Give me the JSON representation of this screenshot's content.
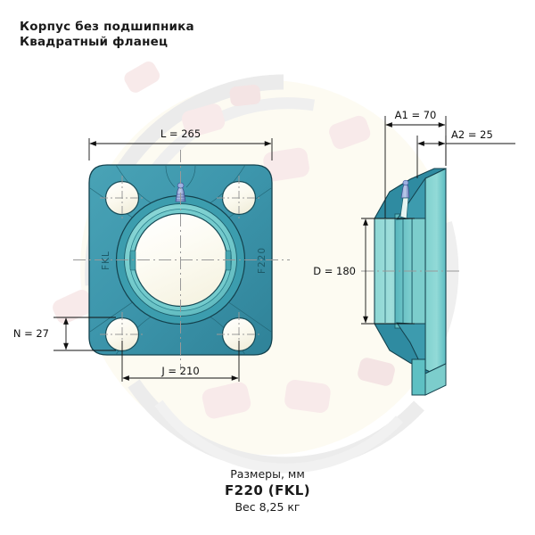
{
  "header": {
    "line1": "Корпус без подшипника",
    "line2": "Квадратный фланец"
  },
  "footer": {
    "units": "Размеры, мм",
    "designation": "F220 (FKL)",
    "weight": "Вес 8,25 кг"
  },
  "drawing": {
    "front_view": {
      "brand_label": "FKL",
      "model_label": "F220",
      "dimensions": {
        "L": "L = 265",
        "J": "J = 210",
        "N": "N = 27"
      }
    },
    "side_view": {
      "dimensions": {
        "A1": "A1 = 70",
        "A2": "A2 = 25",
        "D": "D = 180"
      }
    }
  },
  "colors": {
    "body_teal": "#3d96ac",
    "body_teal_dark": "#2e7f95",
    "bore_ring": "#79cfcf",
    "bore_fill": "#fbf9ec",
    "side_light": "#86d3d1",
    "side_mid": "#5fbcc0",
    "outline": "#14424e",
    "dim_line": "#111111",
    "watermark_grey": "#ececec",
    "watermark_pink": "#f7e8e8",
    "text": "#1a1a1a",
    "nipple": "#6e86c8"
  }
}
